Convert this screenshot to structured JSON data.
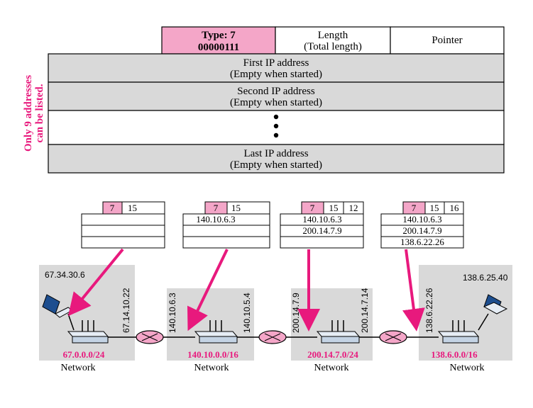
{
  "header": {
    "type_line1": "Type: 7",
    "type_line2": "00000111",
    "length_line1": "Length",
    "length_line2": "(Total length)",
    "pointer": "Pointer"
  },
  "slots": [
    {
      "line1": "First IP address",
      "line2": "(Empty when started)"
    },
    {
      "line1": "Second IP address",
      "line2": "(Empty when started)"
    },
    {
      "line1": "",
      "line2": ""
    },
    {
      "line1": "Last IP address",
      "line2": "(Empty when started)"
    }
  ],
  "side_note": {
    "line1": "Only 9 addresses",
    "line2": "can be listed."
  },
  "colors": {
    "accent": "#e8197d",
    "pink_fill": "#f4a6c8",
    "gray_fill": "#d9d9d9",
    "router_fill": "#f4a6c8"
  },
  "snapshots": [
    {
      "type": "7",
      "length": "15",
      "pointer": "",
      "entries": [
        "",
        "",
        ""
      ]
    },
    {
      "type": "7",
      "length": "15",
      "pointer": "",
      "entries": [
        "140.10.6.3",
        "",
        ""
      ]
    },
    {
      "type": "7",
      "length": "15",
      "pointer": "12",
      "entries": [
        "140.10.6.3",
        "200.14.7.9",
        ""
      ]
    },
    {
      "type": "7",
      "length": "15",
      "pointer": "16",
      "entries": [
        "140.10.6.3",
        "200.14.7.9",
        "138.6.22.26"
      ]
    }
  ],
  "networks": [
    {
      "prefix": "67.0.0.0/24",
      "label": "Network"
    },
    {
      "prefix": "140.10.0.0/16",
      "label": "Network"
    },
    {
      "prefix": "200.14.7.0/24",
      "label": "Network"
    },
    {
      "prefix": "138.6.0.0/16",
      "label": "Network"
    }
  ],
  "hosts": {
    "source": "67.34.30.6",
    "destination": "138.6.25.40"
  },
  "interfaces": {
    "r1_left": "67.14.10.22",
    "r1_right": "140.10.6.3",
    "r2_left": "140.10.5.4",
    "r2_right": "200.14.7.9",
    "r3_left": "200.14.7.14",
    "r3_right": "138.6.22.26"
  }
}
